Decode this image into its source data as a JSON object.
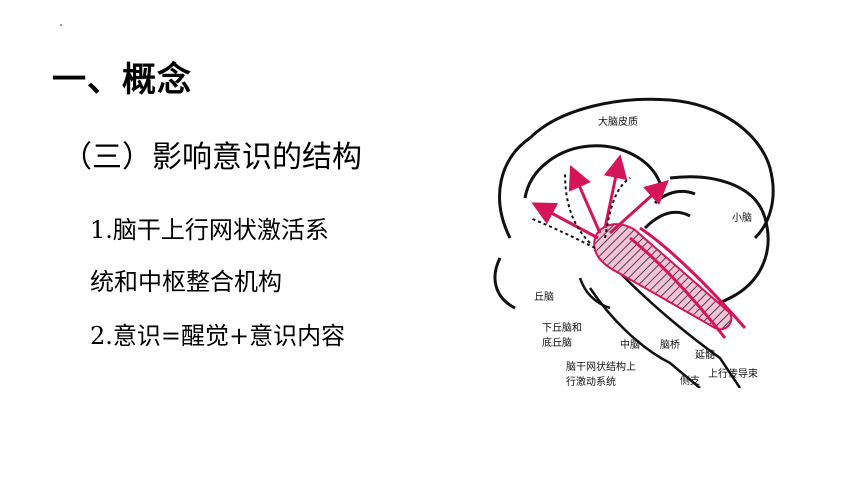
{
  "slide": {
    "heading": "一、概念",
    "subheading": "（三）影响意识的结构",
    "items": [
      "1.脑干上行网状激活系",
      "统和中枢整合机构",
      "2.意识=醒觉+意识内容"
    ]
  },
  "diagram": {
    "labels": {
      "cortex": "大脑皮质",
      "cerebellum": "小脑",
      "thalamus": "丘脑",
      "hypothalamus_1": "下丘脑和",
      "hypothalamus_2": "底丘脑",
      "rf_1": "脑干网状结构上",
      "rf_2": "行激动系统",
      "midbrain": "中脑",
      "pons": "脑桥",
      "medulla": "延髓",
      "collateral": "侧支",
      "ascending": "上行传导束"
    },
    "arrow_color": "#d6145a"
  }
}
